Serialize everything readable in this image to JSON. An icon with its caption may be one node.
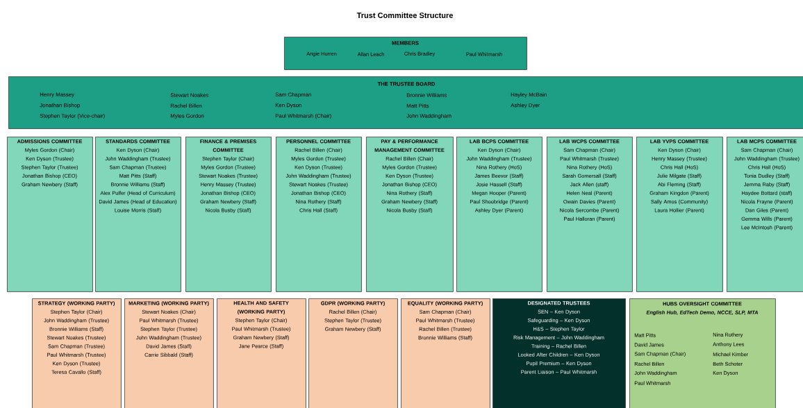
{
  "diagram": {
    "title": "Trust Committee Structure",
    "nodes": [
      {
        "text": [
          "MEMBERS",
          "Angie Hurren",
          "Allan Leach",
          "Chris Bradley",
          "Paul Whitmarsh"
        ]
      },
      {
        "text": [
          "THE TRUSTEE BOARD",
          "Henry Massey",
          "Jonathan Bishop",
          "Stephen Taylor (Vice-chair)",
          "Stewart Noakes",
          "Rachel Billen",
          "Myles Gordon",
          "Sam Chapman",
          "Ken Dyson",
          "Paul Whitmarsh (Chair)",
          "Bronnie Williams",
          "Matt Pitts",
          "John Waddingham",
          "Hayley McBain",
          "Ashley Dyer"
        ]
      },
      {
        "text": [
          "ADMISSIONS COMMITTEE",
          "Myles Gordon (Chair)",
          "Ken Dyson (Trustee)",
          "Stephen Taylor (Trustee)",
          "Jonathan Bishop (CEO)",
          "Graham Newbery (Staff)"
        ]
      },
      {
        "text": [
          "STANDARDS COMMITTEE",
          "Ken Dyson (Chair)",
          "John Waddingham (Trustee)",
          "Sam Chapman (Trustee)",
          "Matt Pitts (Staff)",
          "Bronnie Williams (Staff)",
          "Alex Pulfer (Head of Curriculum)",
          "David James (Head of Education)",
          "Louise Morris (Staff)"
        ]
      },
      {
        "text": [
          "FINANCE & PREMISES COMMITTEE",
          "Stephen Taylor (Chair)",
          "Myles Gordon (Trustee)",
          "Stewart Noakes (Trustee)",
          "Henry Massey (Trustee)",
          "Jonathan Bishop (CEO)",
          "Graham Newbery (Staff)",
          "Nicola Busby (Staff)"
        ]
      },
      {
        "text": [
          "PERSONNEL COMMITTEE",
          "Rachel Billen (Chair)",
          "Myles Gordon (Trustee)",
          "Ken Dyson (Trustee)",
          "John Waddingham (Trustee)",
          "Stewart Noakes (Trustee)",
          "Jonathan Bishop (CEO)",
          "Nina Rothery (Staff)",
          "Chris Hall (Staff)"
        ]
      },
      {
        "text": [
          "PAY & PERFORMANCE MANAGEMENT COMMITTEE",
          "Rachel Billen (Chair)",
          "Myles Gordon (Trustee)",
          "Ken Dyson (Trustee)",
          "Jonathan Bishop (CEO)",
          "Nina Rothery (Staff)",
          "Graham Newbery (Staff)",
          "Nicola Busby (Staff)"
        ]
      },
      {
        "text": [
          "LAB BCPS COMMITTEE",
          "Ken Dyson (Chair)",
          "John Waddingham (Trustee)",
          "Nina Rothery (HoS)",
          "James Beevor (Staff)",
          "Josie Hassell (Staff)",
          "Megan Hooper (Parent)",
          "Paul Shoobridge (Parent)",
          "Ashley Dyer (Parent)"
        ]
      },
      {
        "text": [
          "LAB WCPS COMMITTEE",
          "Sam Chapman (Chair)",
          "Paul Whitmarsh (Trustee)",
          "Nina Rothery (HoS)",
          "Sarah Gomersall (Staff)",
          "Jack Allen (staff)",
          "Helen Neal (Parent)",
          "Owain Davies (Parent)",
          "Nicola Sercombe (Parent)",
          "Paul Halloran (Parent)"
        ]
      },
      {
        "text": [
          "LAB YVPS COMMITTEE",
          "Ken Dyson (Chair)",
          "Henry Massey (Trustee)",
          "Chris Hall (HoS)",
          "Julie Milgate (Staff)",
          "Abi Fleming (Staff)",
          "Graham Kingdon (Parent)",
          "Sally Amos (Community)",
          "Laura Hollier (Parent)"
        ]
      },
      {
        "text": [
          "LAB MCPS COMMITTEE",
          "Sam Chapman (Chair)",
          "John Waddingham (Trustee)",
          "Chris Hall (HoS)",
          "Tonia Dudley (Staff)",
          "Jemma Raby (Staff)",
          "Haydee Bottard (staff)",
          "Nicola Frayne (Parent)",
          "Dan Giles (Parent)",
          "Gemma Wills (Parent)",
          "Lee McIntosh (Parent)"
        ]
      },
      {
        "text": [
          "STRATEGY (WORKING PARTY)",
          "Stephen Taylor (Chair)",
          "John Waddingham (Trustee)",
          "Bronnie Williams (Staff)",
          "Stewart Noakes (Trustee)",
          "Sam Chapman (Trustee)",
          "Paul Whitmarsh (Trustee)",
          "Ken Dyson (Trustee)",
          "Teresa Cavallo (Staff)"
        ]
      },
      {
        "text": [
          "MARKETING (WORKING PARTY)",
          "Stewart Noakes (Chair)",
          "Paul Whitmarsh (Trustee)",
          "Stephen Taylor (Trustee)",
          "John Waddingham (Trustee)",
          "David James (Staff)",
          "Carrie Sibbald (Staff)"
        ]
      },
      {
        "text": [
          "HEALTH AND SAFETY (WORKING PARTY)",
          "Stephen Taylor (Chair)",
          "Paul Whitmarsh (Trustee)",
          "Graham Newbery (Staff)",
          "Jane Pearce (Staff)"
        ]
      },
      {
        "text": [
          "GDPR (WORKING PARTY)",
          "Rachel Billen (Chair)",
          "Stephen Taylor (Trustee)",
          "Graham Newbery (Staff)"
        ]
      },
      {
        "text": [
          "EQUALITY (WORKING PARTY)",
          "Sam Chapman (Chair)",
          "Paul Whitmarsh (Trustee)",
          "Rachel Billen (Trustee)",
          "Bronnie Williams (Staff)"
        ]
      },
      {
        "text": [
          "DESIGNATED TRUSTEES",
          "SEN – Ken Dyson",
          "Safeguarding – Ken Dyson",
          "H&S – Stephen Taylor",
          "Risk Management – John Waddingham",
          "Training – Rachel Billen",
          "Looked After Children – Ken Dyson",
          "Pupil Premium – Ken Dyson",
          "Parent Liaison – Paul Whitmarsh"
        ]
      },
      {
        "text": [
          "HUBS OVERSIGHT COMMITTEE",
          "English Hub, EdTech Demo, NCCE, SLP, MTA",
          "Matt Pitts",
          "David James",
          "Sam Chapman (Chair)",
          "Rachel Billen",
          "John Waddingham",
          "Paul Whitmarsh",
          "Nina Rothery",
          "Anthony Lees",
          "Michael Kimber",
          "Beth Schoter",
          "Ken Dyson"
        ]
      }
    ]
  }
}
